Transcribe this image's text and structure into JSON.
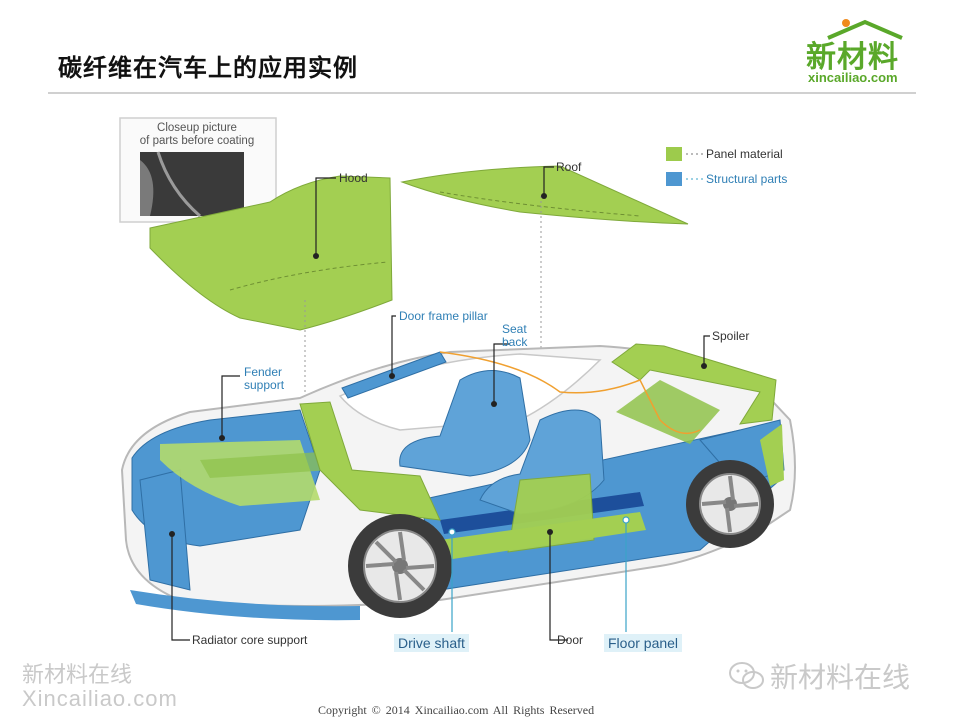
{
  "slide": {
    "title": "碳纤维在汽车上的应用实例"
  },
  "logo": {
    "cn": "新材料",
    "en": "xincailiao.com"
  },
  "diagram": {
    "closeup_caption_line1": "Closeup picture",
    "closeup_caption_line2": "of parts before coating",
    "legend": [
      {
        "label": "Panel material",
        "color": "#9dcb4c"
      },
      {
        "label": "Structural parts",
        "color": "#4e97d1"
      }
    ],
    "labels": {
      "hood": "Hood",
      "roof": "Roof",
      "door_frame_pillar": "Door frame pillar",
      "seat_back_line1": "Seat",
      "seat_back_line2": "back",
      "spoiler": "Spoiler",
      "fender_support_line1": "Fender",
      "fender_support_line2": "support",
      "radiator_core_support": "Radiator core support",
      "drive_shaft": "Drive shaft",
      "door": "Door",
      "floor_panel": "Floor panel"
    }
  },
  "watermark": {
    "left_cn": "新材料在线",
    "left_en": "Xincailiao.com",
    "right_cn": "新材料在线"
  },
  "footer": {
    "copyright": "Copyright © 2014   Xincailiao.com    All Rights Reserved"
  }
}
